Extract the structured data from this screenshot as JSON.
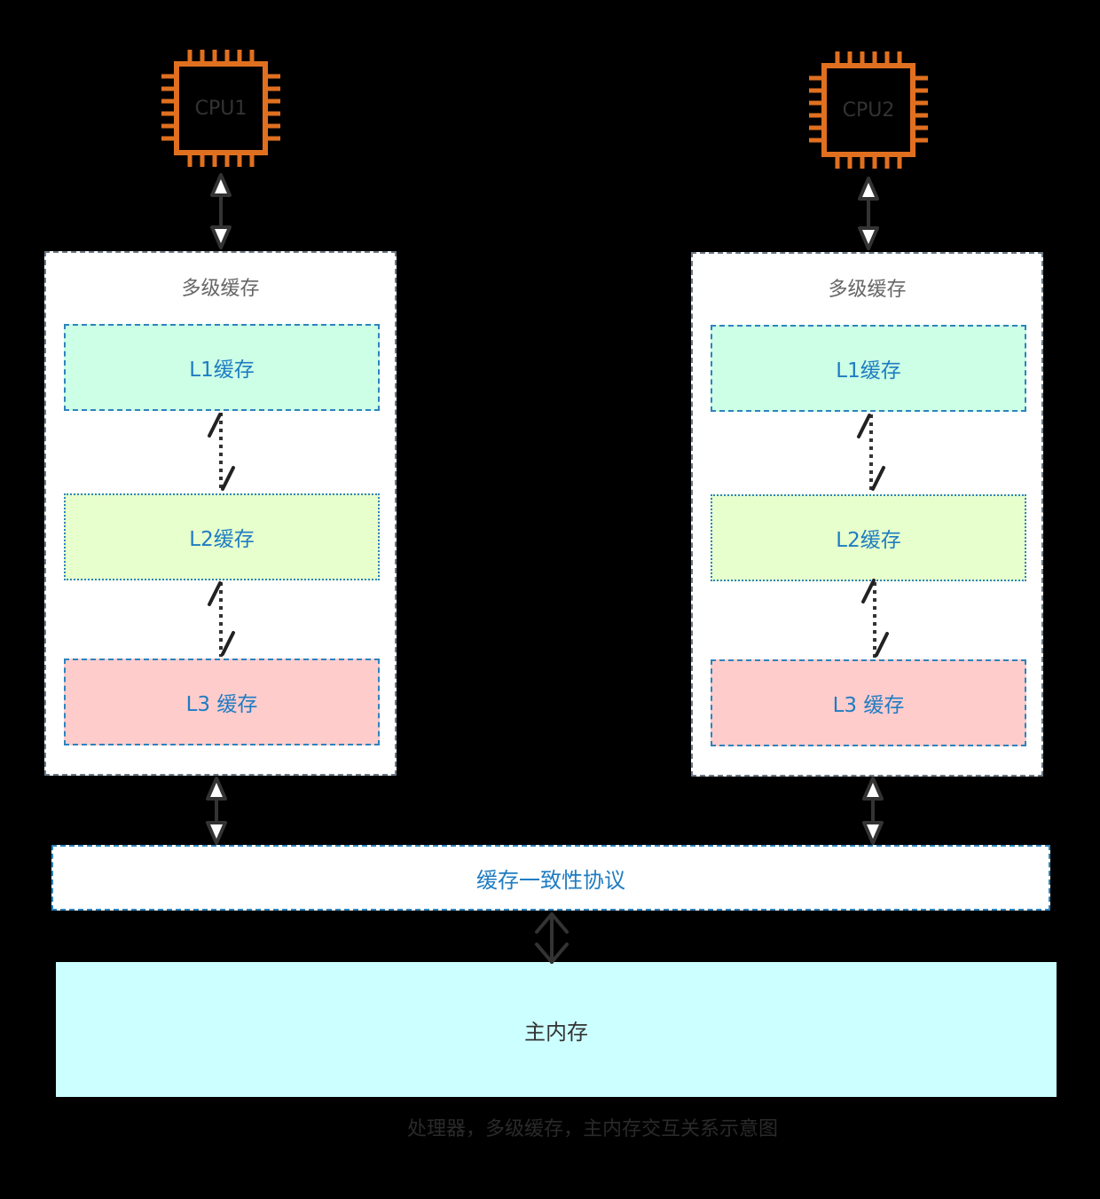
{
  "cpus": [
    {
      "label": "CPU1"
    },
    {
      "label": "CPU2"
    }
  ],
  "panels": [
    {
      "title": "多级缓存",
      "l1": "L1缓存",
      "l2": "L2缓存",
      "l3": "L3 缓存"
    },
    {
      "title": "多级缓存",
      "l1": "L1缓存",
      "l2": "L2缓存",
      "l3": "L3 缓存"
    }
  ],
  "protocol": {
    "label": "缓存一致性协议"
  },
  "memory": {
    "label": "主内存"
  },
  "caption": "处理器，多级缓存，主内存交互关系示意图",
  "colors": {
    "background": "#000000",
    "cpu_orange": "#e0701f",
    "l1_fill": "#ccffe6",
    "l2_fill": "#e6ffcc",
    "l3_fill": "#ffcccc",
    "memory_fill": "#ccffff",
    "label_blue": "#1f7cc2",
    "border_blue": "#2d84bd"
  },
  "icons": {
    "cpu": "cpu-chip-icon",
    "arrow": "double-arrow-icon"
  }
}
